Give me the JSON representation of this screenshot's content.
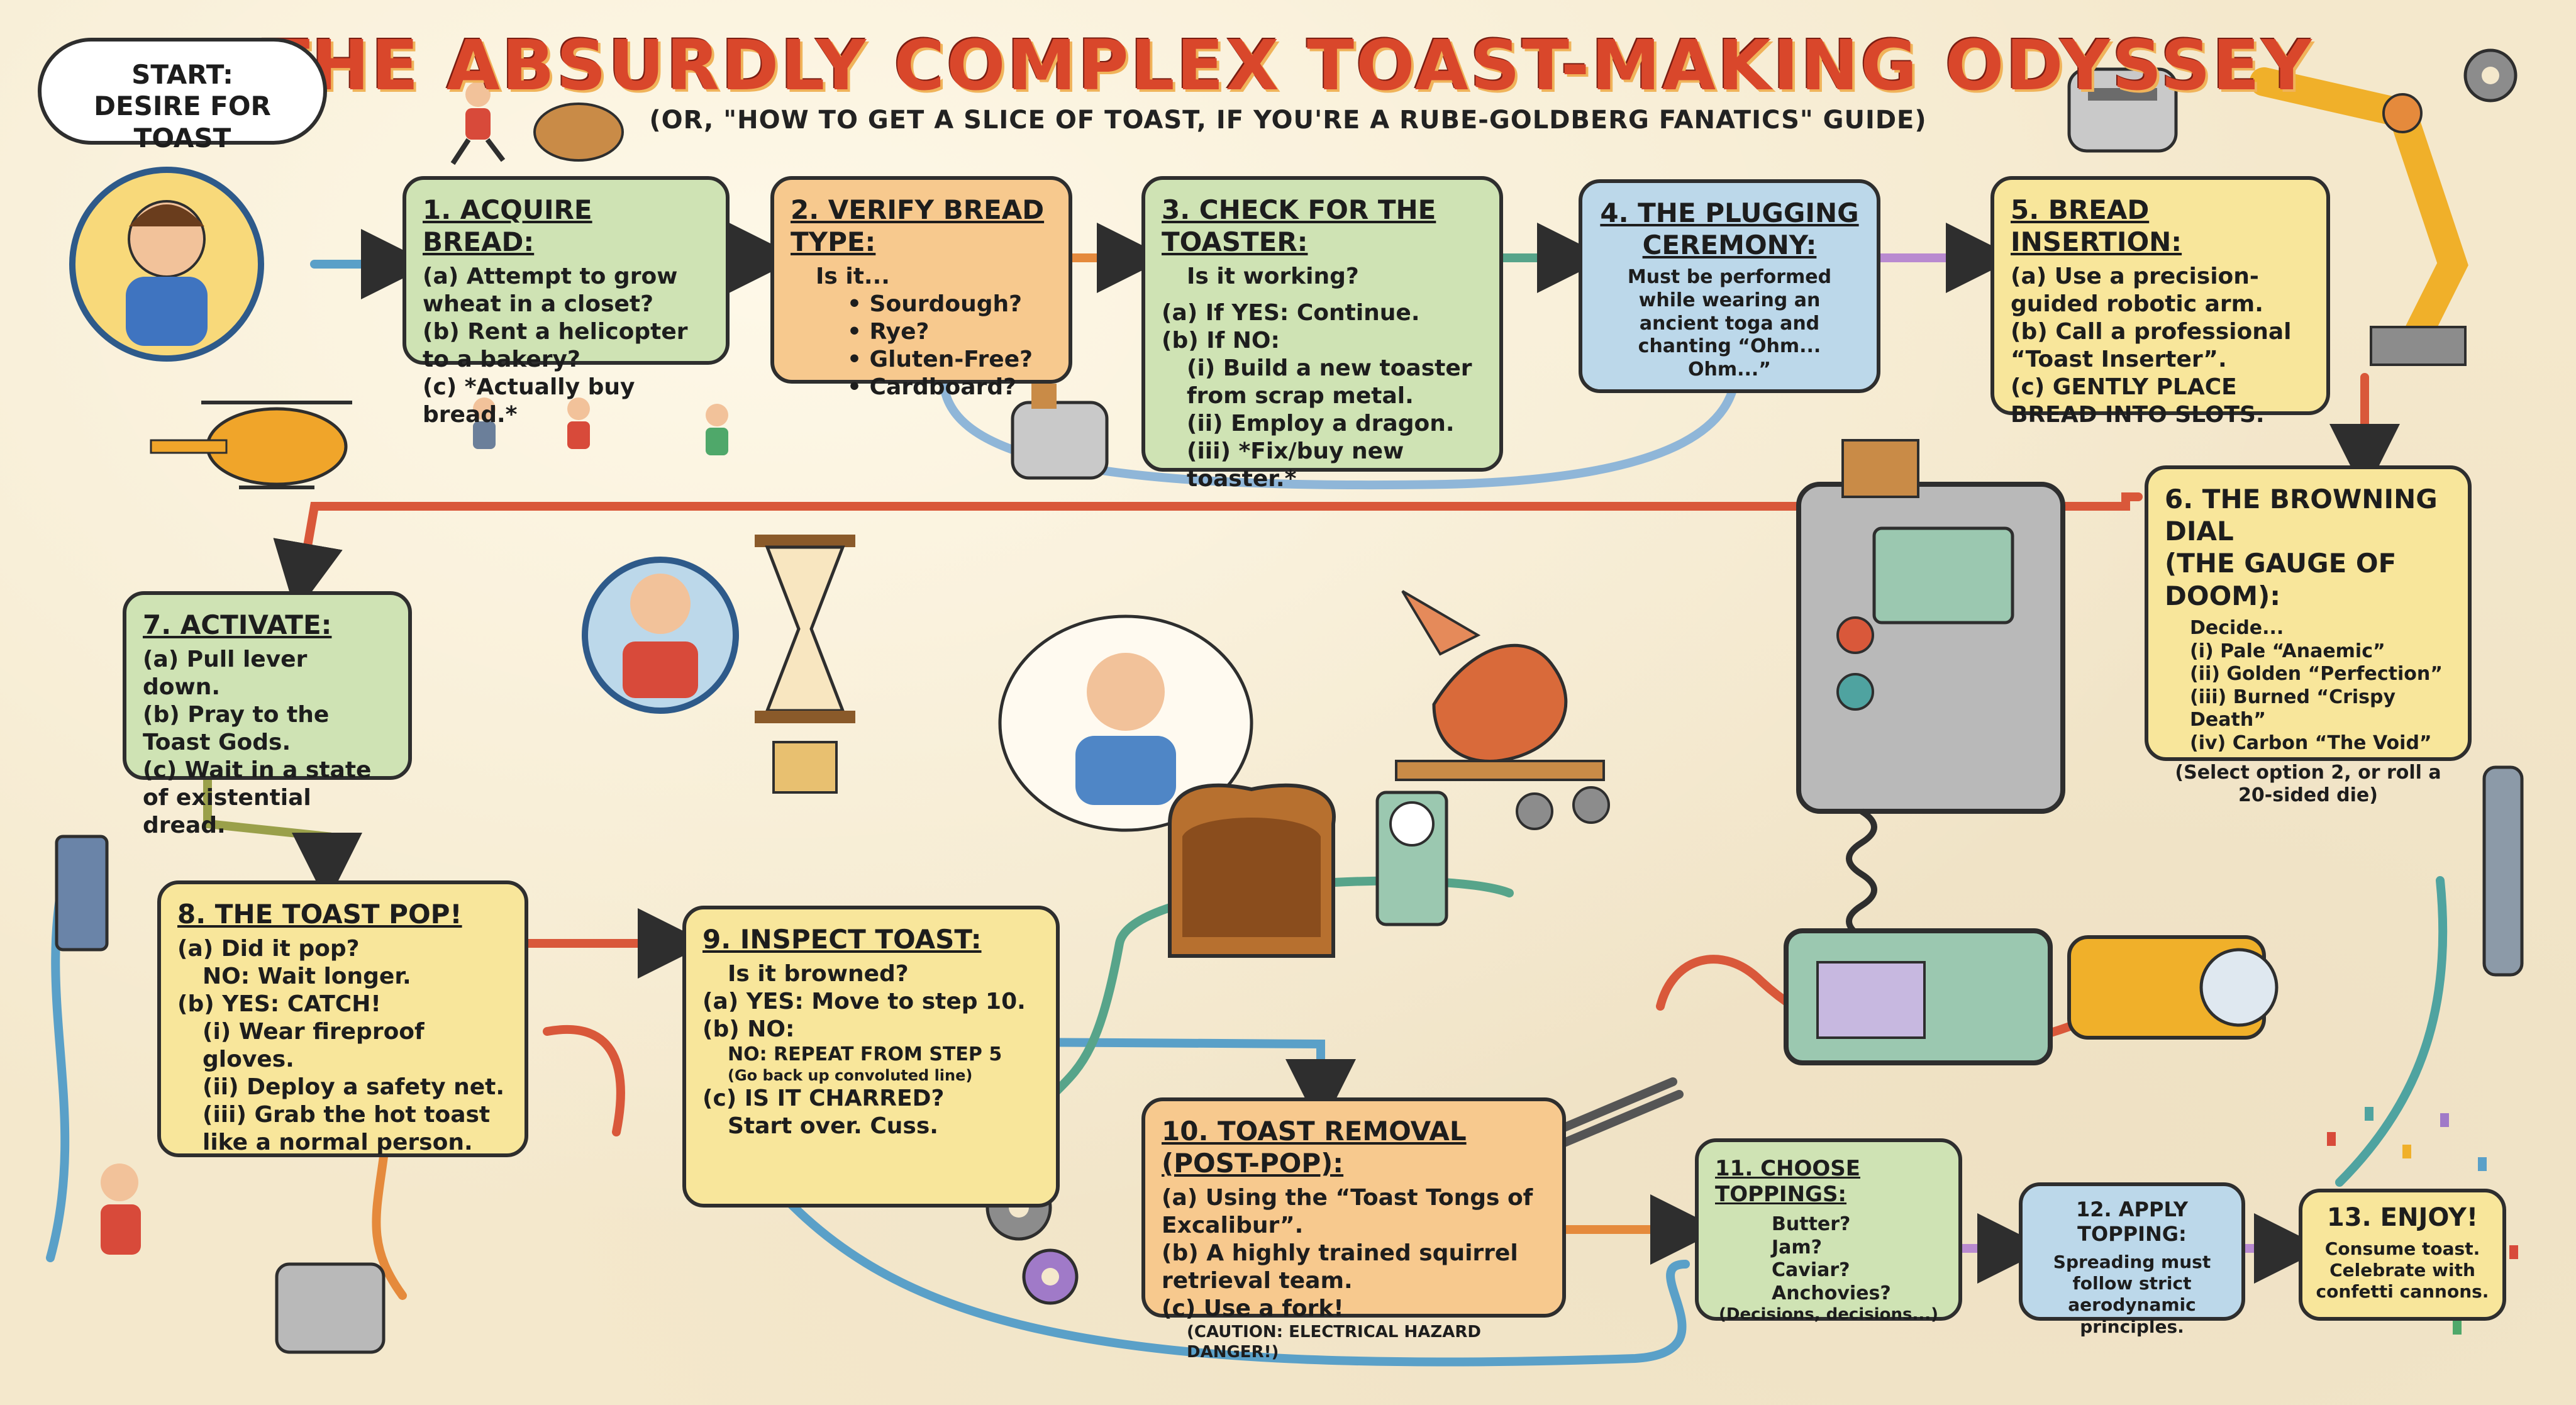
{
  "title": "THE ABSURDLY COMPLEX TOAST-MAKING ODYSSEY",
  "subtitle": "(OR, \"HOW TO GET A SLICE OF TOAST, IF YOU'RE A RUBE-GOLDBERG FANATICS\" GUIDE)",
  "start": {
    "line1": "START:",
    "line2": "DESIRE FOR TOAST"
  },
  "steps": {
    "s1": {
      "title": "1. ACQUIRE BREAD:",
      "lines": [
        "(a) Attempt to grow wheat in a closet?",
        "(b) Rent a helicopter to a bakery?",
        "(c) *Actually buy bread.*"
      ]
    },
    "s2": {
      "title": "2. VERIFY BREAD TYPE:",
      "intro": "Is it...",
      "lines": [
        "• Sourdough?",
        "• Rye?",
        "• Gluten-Free?",
        "• Cardboard?"
      ]
    },
    "s3": {
      "title": "3. CHECK FOR THE TOASTER:",
      "intro": "Is it working?",
      "lines": [
        "(a) If YES: Continue.",
        "(b) If NO:",
        "(i) Build a new toaster from scrap metal.",
        "(ii) Employ a dragon.",
        "(iii) *Fix/buy new toaster.*"
      ]
    },
    "s4": {
      "title": "4. THE PLUGGING CEREMONY:",
      "body": "Must be performed while wearing an ancient toga and chanting “Ohm... Ohm...”"
    },
    "s5": {
      "title": "5. BREAD INSERTION:",
      "lines": [
        "(a) Use a precision-guided robotic arm.",
        "(b) Call a professional “Toast Inserter”.",
        "(c) GENTLY PLACE BREAD INTO SLOTS."
      ]
    },
    "s6": {
      "title1": "6. THE BROWNING DIAL",
      "title2": "(THE GAUGE OF DOOM):",
      "intro": "Decide...",
      "lines": [
        "(i) Pale “Anaemic”",
        "(ii) Golden “Perfection”",
        "(iii) Burned “Crispy Death”",
        "(iv) Carbon “The Void”"
      ],
      "note": "(Select option 2, or roll a 20-sided die)"
    },
    "s7": {
      "title": "7. ACTIVATE:",
      "lines": [
        "(a) Pull lever down.",
        "(b) Pray to the Toast Gods.",
        "(c) Wait in a state of existential dread."
      ]
    },
    "s8": {
      "title": "8. THE TOAST POP!",
      "lines": [
        "(a) Did it pop?",
        "NO: Wait longer.",
        "(b) YES: CATCH!",
        "(i) Wear fireproof gloves.",
        "(ii) Deploy a safety net.",
        "(iii) Grab the hot toast like a normal person."
      ]
    },
    "s9": {
      "title": "9. INSPECT TOAST:",
      "intro": "Is it browned?",
      "lines": [
        "(a) YES: Move to step 10.",
        "(b) NO:",
        "NO: REPEAT FROM STEP 5",
        "(Go back up convoluted line)",
        "(c) IS IT CHARRED?",
        "Start over. Cuss."
      ]
    },
    "s10": {
      "title": "10. TOAST REMOVAL (POST-POP):",
      "lines": [
        "(a) Using the “Toast Tongs of Excalibur”.",
        "(b) A highly trained squirrel retrieval team.",
        "(c) Use a fork!"
      ],
      "caution": "(CAUTION: ELECTRICAL HAZARD DANGER!)"
    },
    "s11": {
      "title": "11. CHOOSE TOPPINGS:",
      "lines": [
        "Butter?",
        "Jam?",
        "Caviar?",
        "Anchovies?"
      ],
      "note": "(Decisions, decisions...)"
    },
    "s12": {
      "title": "12. APPLY TOPPING:",
      "body": "Spreading must follow strict aerodynamic principles."
    },
    "s13": {
      "title": "13. ENJOY!",
      "body": "Consume toast. Celebrate with confetti cannons."
    }
  },
  "colors": {
    "green": "#cfe3b4",
    "orange": "#f7c98e",
    "yellow": "#f8e69b",
    "blue": "#bcd8ea",
    "title": "#d9472b"
  }
}
